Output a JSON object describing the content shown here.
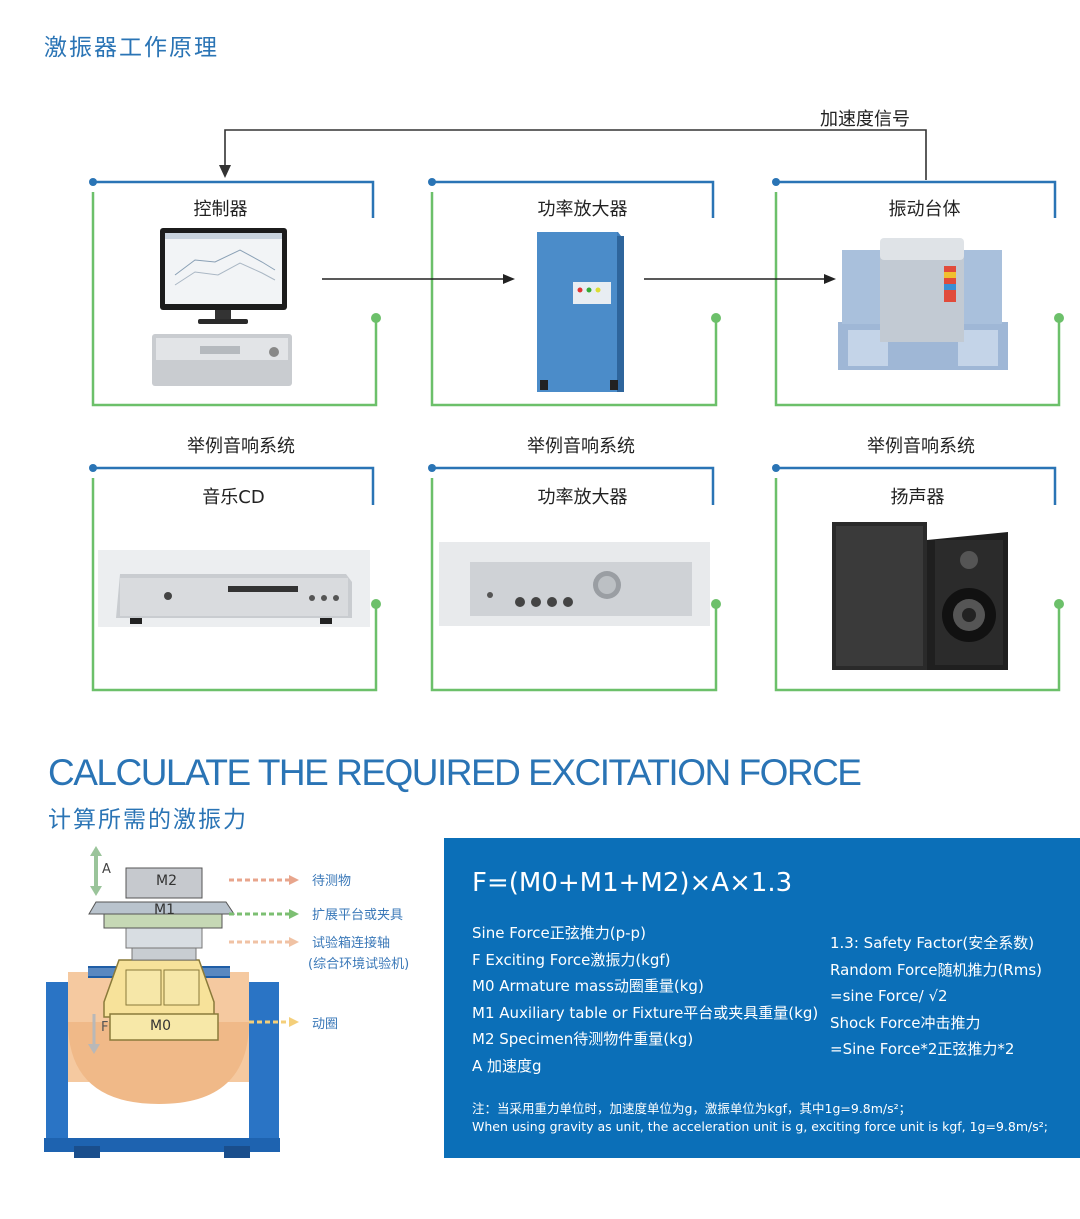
{
  "header": {
    "title": "激振器工作原理"
  },
  "signal_path": {
    "accel_label": "加速度信号"
  },
  "system_boxes": [
    {
      "label": "控制器"
    },
    {
      "label": "功率放大器"
    },
    {
      "label": "振动台体"
    }
  ],
  "example_captions": [
    "举例音响系统",
    "举例音响系统",
    "举例音响系统"
  ],
  "audio_boxes": [
    {
      "label": "音乐CD"
    },
    {
      "label": "功率放大器"
    },
    {
      "label": "扬声器"
    }
  ],
  "calc_section": {
    "title_en": "CALCULATE THE REQUIRED EXCITATION FORCE",
    "title_zh": "计算所需的激振力"
  },
  "diagram": {
    "a_label": "A",
    "f_label": "F",
    "m2": "M2",
    "m1": "M1",
    "m0": "M0",
    "callouts": [
      "待测物",
      "扩展平台或夹具",
      "试验箱连接轴",
      "(综合环境试验机)",
      "动圈"
    ]
  },
  "formula_panel": {
    "formula": "F=(M0+M1+M2)×A×1.3",
    "params": [
      "Sine Force正弦推力(p-p)",
      "F  Exciting Force激振力(kgf)",
      "M0  Armature mass动圈重量(kg)",
      "M1  Auxiliary table or Fixture平台或夹具重量(kg)",
      "M2  Specimen待测物件重量(kg)",
      "A  加速度g"
    ],
    "right_lines": [
      "1.3: Safety Factor(安全系数)",
      "Random Force随机推力(Rms)",
      "=sine Force/ √2",
      "Shock Force冲击推力",
      "=Sine Force*2正弦推力*2"
    ],
    "note_zh": "注：当采用重力单位时，加速度单位为g，激振单位为kgf，其中1g=9.8m/s²；",
    "note_en": "When using gravity as unit, the acceleration unit is g, exciting force unit is kgf, 1g=9.8m/s²;"
  },
  "colors": {
    "accent_blue": "#2a74b5",
    "frame_green": "#6cc06a",
    "panel_blue": "#0b6fb8"
  }
}
